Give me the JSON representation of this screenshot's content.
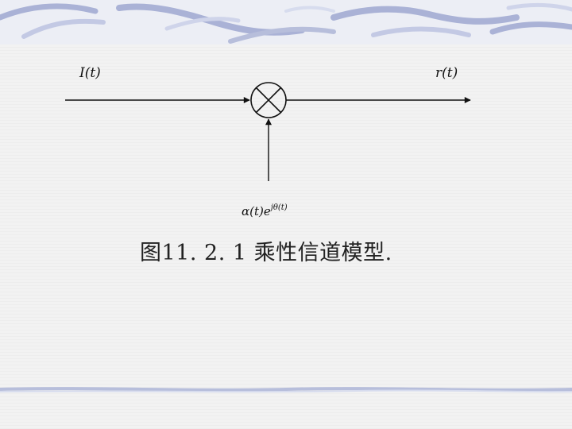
{
  "diagram": {
    "input_label": "I(t)",
    "output_label": "r(t)",
    "multiplier_label": "α(t)e^{jθ(t)}",
    "multiplier_main": "α(t)e",
    "multiplier_exponent": "jθ(t)",
    "caption": "图11. 2. 1 乘性信道模型."
  },
  "colors": {
    "line": "#111111",
    "band": "#b7bedb",
    "band_light": "#d7dcee"
  },
  "icons": {
    "multiplier": "circled-times-icon",
    "arrow": "arrowhead-icon"
  }
}
